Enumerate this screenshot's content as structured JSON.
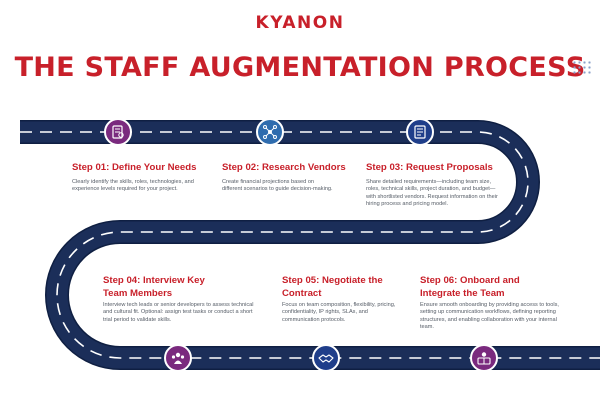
{
  "header": {
    "logo_text": "KYANON",
    "title": "THE STAFF AUGMENTATION PROCESS"
  },
  "colors": {
    "brand_red": "#c8202a",
    "road": "#1b2e59",
    "road_edge": "#0f1f42",
    "lane_marks": "#ffffff",
    "icon_purple": "#7a2a7e",
    "icon_blue": "#2f6cae",
    "icon_navy": "#1f3e8a"
  },
  "steps": [
    {
      "title": "Step 01: Define Your Needs",
      "description": "Clearly identify the skills, roles, technologies, and experience levels required for your project.",
      "icon": "document-icon"
    },
    {
      "title": "Step 02: Research Vendors",
      "description": "Create financial projections based on different scenarios to guide decision-making.",
      "icon": "network-icon"
    },
    {
      "title": "Step 03: Request Proposals",
      "description": "Share detailed requirements—including team size, roles, technical skills, project duration, and budget—with shortlisted vendors. Request information on their hiring process and pricing model.",
      "icon": "proposal-icon"
    },
    {
      "title": "Step 04: Interview Key Team Members",
      "description": "Interview tech leads or senior developers to assess technical and cultural fit. Optional: assign test tasks or conduct a short trial period to validate skills.",
      "icon": "team-icon"
    },
    {
      "title": "Step 05: Negotiate the Contract",
      "description": "Focus on team composition, flexibility, pricing, confidentiality, IP rights, SLAs, and communication protocols.",
      "icon": "handshake-icon"
    },
    {
      "title": "Step 06: Onboard and Integrate the Team",
      "description": "Ensure smooth onboarding by providing access to tools, setting up communication workflows, defining reporting structures, and enabling collaboration with your internal team.",
      "icon": "onboard-icon"
    }
  ]
}
